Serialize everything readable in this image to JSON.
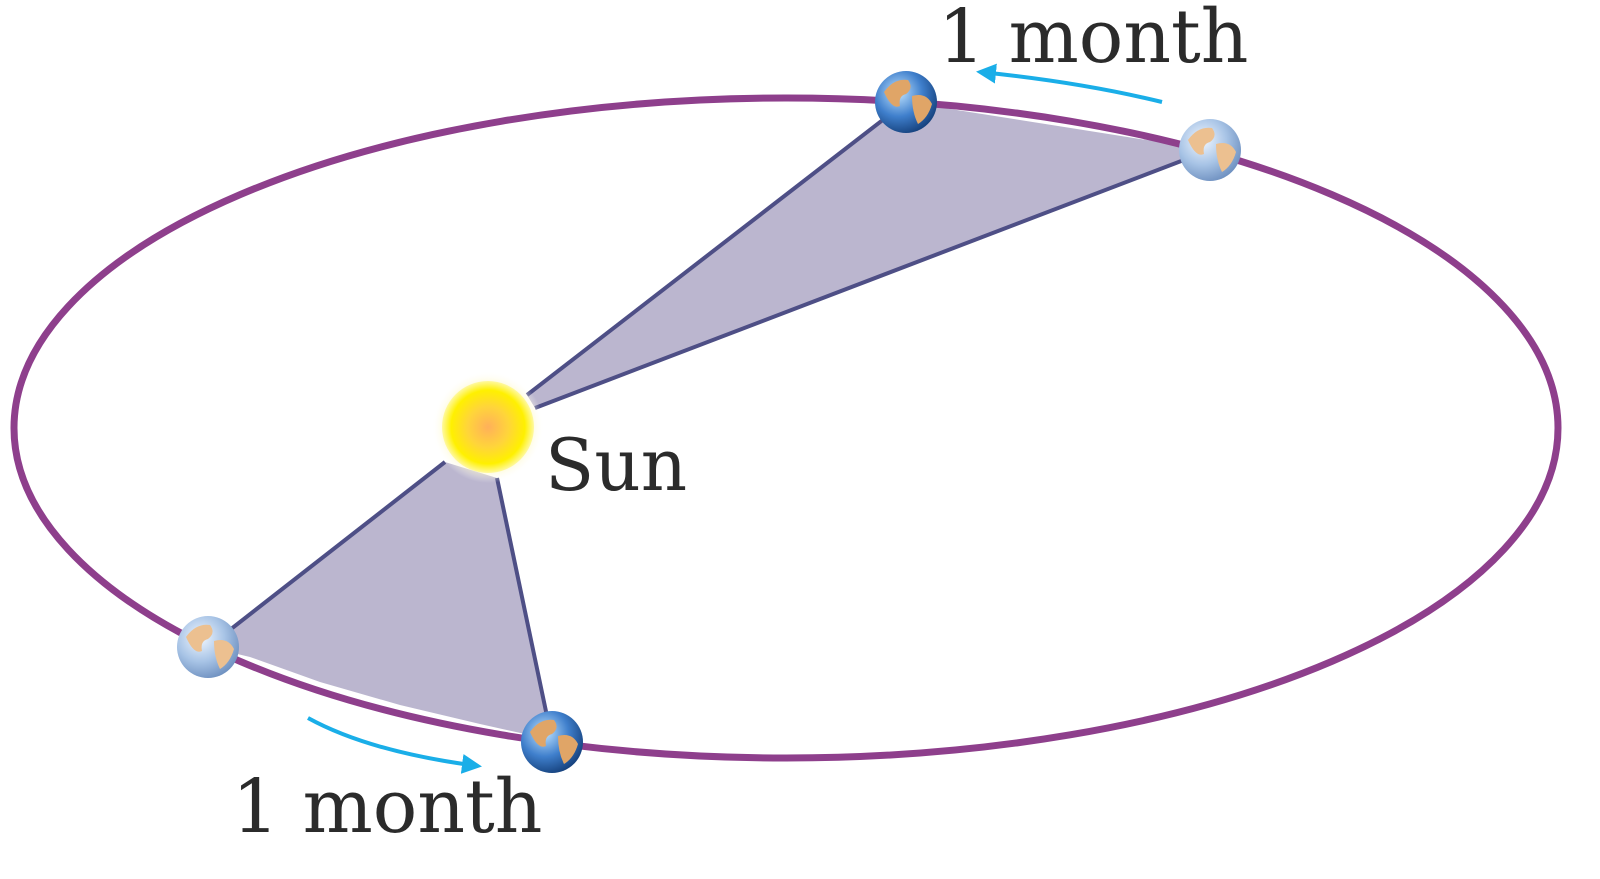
{
  "labels": {
    "sun": "Sun",
    "top_interval": "1 month",
    "bottom_interval": "1 month"
  },
  "colors": {
    "orbit": "#8e3f8c",
    "sector_fill": "#bbb6cf",
    "sector_edge": "#4e4f86",
    "arrow": "#1aaee8",
    "sun_core": "#ffbb55",
    "sun_outer": "#ffe800",
    "earth_ocean": "#2e6fb8",
    "earth_land": "#e0a567"
  }
}
